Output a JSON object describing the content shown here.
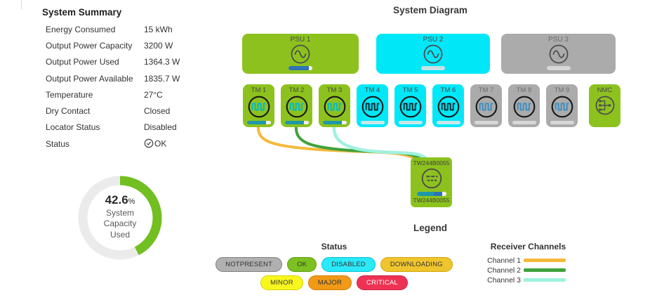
{
  "summary": {
    "title": "System Summary",
    "rows": [
      {
        "label": "Energy Consumed",
        "value": "15 kWh"
      },
      {
        "label": "Output Power Capacity",
        "value": "3200 W"
      },
      {
        "label": "Output Power Used",
        "value": "1364.3 W"
      },
      {
        "label": "Output Power Available",
        "value": "1835.7 W"
      },
      {
        "label": "Temperature",
        "value": "27°C"
      },
      {
        "label": "Dry Contact",
        "value": "Closed"
      },
      {
        "label": "Locator Status",
        "value": "Disabled"
      },
      {
        "label": "Status",
        "value": "OK",
        "icon": "check-circle"
      }
    ],
    "gauge": {
      "percent": 42.6,
      "percent_label": "42.6",
      "unit": "%",
      "caption_lines": [
        "System",
        "Capacity",
        "Used"
      ],
      "color": "#72BF21",
      "track": "#EBEBEB"
    }
  },
  "diagram": {
    "title": "System Diagram",
    "psus": [
      {
        "label": "PSU 1",
        "status": "ok",
        "bar": {
          "track": "#F0F0F0",
          "segments": [
            {
              "color": "#2E74B5",
              "pct": 85
            }
          ]
        }
      },
      {
        "label": "PSU 2",
        "status": "disabled",
        "bar": {
          "track": "#C9E0E4",
          "segments": []
        }
      },
      {
        "label": "PSU 3",
        "status": "notpresent",
        "bar": {
          "track": "#D6D6D6",
          "segments": []
        }
      }
    ],
    "modules": [
      {
        "label": "TM 1",
        "type": "tm",
        "status": "ok",
        "wave": "#00BBC9",
        "bar": {
          "track": "#F0F0F0",
          "segments": [
            {
              "color": "#1E98A8",
              "pct": 82
            }
          ]
        }
      },
      {
        "label": "TM 2",
        "type": "tm",
        "status": "ok",
        "wave": "#00BBC9",
        "bar": {
          "track": "#F0F0F0",
          "segments": [
            {
              "color": "#1E98A8",
              "pct": 82
            }
          ]
        }
      },
      {
        "label": "TM 3",
        "type": "tm",
        "status": "ok",
        "wave": "#00BBC9",
        "bar": {
          "track": "#F0F0F0",
          "segments": [
            {
              "color": "#1E98A8",
              "pct": 82
            }
          ]
        }
      },
      {
        "label": "TM 4",
        "type": "tm",
        "status": "disabled",
        "wave": "#0E2B33",
        "bar": {
          "track": "#C9E6EA",
          "segments": []
        }
      },
      {
        "label": "TM 5",
        "type": "tm",
        "status": "disabled",
        "wave": "#0E2B33",
        "bar": {
          "track": "#C9E6EA",
          "segments": []
        }
      },
      {
        "label": "TM 6",
        "type": "tm",
        "status": "disabled",
        "wave": "#0E2B33",
        "bar": {
          "track": "#C9E6EA",
          "segments": []
        }
      },
      {
        "label": "TM 7",
        "type": "tm",
        "status": "notpresent",
        "wave": "#3D8FC0",
        "bar": {
          "track": "#D8D8D8",
          "segments": []
        }
      },
      {
        "label": "TM 8",
        "type": "tm",
        "status": "notpresent",
        "wave": "#3D8FC0",
        "bar": {
          "track": "#D8D8D8",
          "segments": []
        }
      },
      {
        "label": "TM 9",
        "type": "tm",
        "status": "notpresent",
        "wave": "#3D8FC0",
        "bar": {
          "track": "#D8D8D8",
          "segments": []
        }
      },
      {
        "label": "NMC",
        "type": "nmc",
        "status": "ok",
        "bar": null
      }
    ],
    "receiver": {
      "label_top": "TW244B0055",
      "label_bottom": "TW244B0055",
      "status": "ok",
      "bar": {
        "track": "#F0F0F0",
        "segments": [
          {
            "color": "#1E98A8",
            "pct": 58
          },
          {
            "color": "#2E74B5",
            "pct": 28
          }
        ]
      }
    },
    "connections": [
      {
        "from": "TM 1",
        "channel": 1
      },
      {
        "from": "TM 2",
        "channel": 2
      },
      {
        "from": "TM 3",
        "channel": 3
      }
    ]
  },
  "legend": {
    "title": "Legend",
    "status": {
      "title": "Status",
      "badges_row1": [
        {
          "label": "NOTPRESENT",
          "bg": "#B0B0B0",
          "border": "#808080",
          "text": "#333333"
        },
        {
          "label": "OK",
          "bg": "#7CC121",
          "border": "#5E9C10",
          "text": "#333333"
        },
        {
          "label": "DISABLED",
          "bg": "#2AE9F8",
          "border": "#00C2D6",
          "text": "#333333"
        },
        {
          "label": "DOWNLOADING",
          "bg": "#EFC52E",
          "border": "#D1A600",
          "text": "#333333"
        }
      ],
      "badges_row2": [
        {
          "label": "MINOR",
          "bg": "#F7F71D",
          "border": "#E0D000",
          "text": "#333333"
        },
        {
          "label": "MAJOR",
          "bg": "#F09A18",
          "border": "#D67F00",
          "text": "#333333"
        },
        {
          "label": "CRITICAL",
          "bg": "#EE3254",
          "border": "#C71F3E",
          "text": "#FFFFFF"
        }
      ]
    },
    "channels": {
      "title": "Receiver Channels",
      "items": [
        {
          "label": "Channel 1",
          "color": "#F5B93B"
        },
        {
          "label": "Channel 2",
          "color": "#3FA23C"
        },
        {
          "label": "Channel 3",
          "color": "#9FF2DF"
        }
      ]
    }
  },
  "palette": {
    "status_fill": {
      "ok": "#8DC21E",
      "disabled": "#00E8F8",
      "notpresent": "#ABABAB"
    },
    "icon_stroke": "#4C4C4C",
    "tm_circle": "#1A1A1A"
  }
}
